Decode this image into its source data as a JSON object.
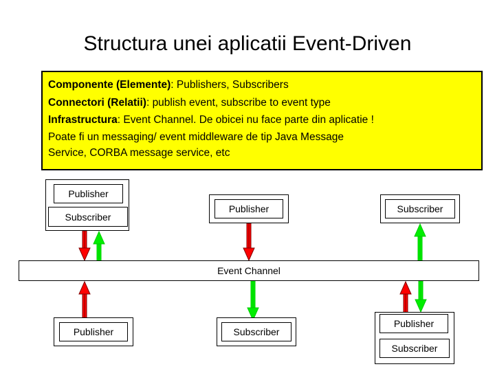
{
  "slide": {
    "title": "Structura unei aplicatii Event-Driven",
    "background_color": "#ffffff"
  },
  "description_panel": {
    "background_color": "#ffff00",
    "border_color": "#000000",
    "lines": [
      {
        "lead": "Componente (Elemente)",
        "rest": ": Publishers, Subscribers"
      },
      {
        "lead": "Connectori (Relatii)",
        "rest": ": publish event, subscribe to event type"
      },
      {
        "lead": "Infrastructura",
        "rest": ": Event Channel. De obicei nu face parte din aplicatie !"
      }
    ],
    "continuation_lines": [
      "Poate fi un messaging/ event middleware de tip Java Message",
      "Service, CORBA message service, etc"
    ]
  },
  "diagram": {
    "event_channel": {
      "label": "Event Channel"
    },
    "colors": {
      "publish_arrow": "#ff0000",
      "publish_arrow_outline": "#800000",
      "subscribe_arrow": "#00ee00",
      "subscribe_arrow_outline": "#00cc00",
      "box_border": "#000000",
      "box_fill": "#ffffff"
    },
    "top_row": [
      {
        "id": "top-left-group",
        "grouped": true,
        "members": [
          "Publisher",
          "Subscriber"
        ],
        "arrows": [
          "publish-down",
          "subscribe-up"
        ]
      },
      {
        "id": "top-middle",
        "grouped": false,
        "members": [
          "Publisher"
        ],
        "arrows": [
          "publish-down"
        ]
      },
      {
        "id": "top-right",
        "grouped": false,
        "members": [
          "Subscriber"
        ],
        "arrows": [
          "subscribe-up"
        ]
      }
    ],
    "bottom_row": [
      {
        "id": "bottom-left",
        "grouped": false,
        "members": [
          "Publisher"
        ],
        "arrows": [
          "publish-up"
        ]
      },
      {
        "id": "bottom-middle",
        "grouped": false,
        "members": [
          "Subscriber"
        ],
        "arrows": [
          "subscribe-down"
        ]
      },
      {
        "id": "bottom-right-group",
        "grouped": true,
        "members": [
          "Publisher",
          "Subscriber"
        ],
        "arrows": [
          "publish-up",
          "subscribe-down"
        ]
      }
    ],
    "labels": {
      "publisher": "Publisher",
      "subscriber": "Subscriber"
    }
  }
}
